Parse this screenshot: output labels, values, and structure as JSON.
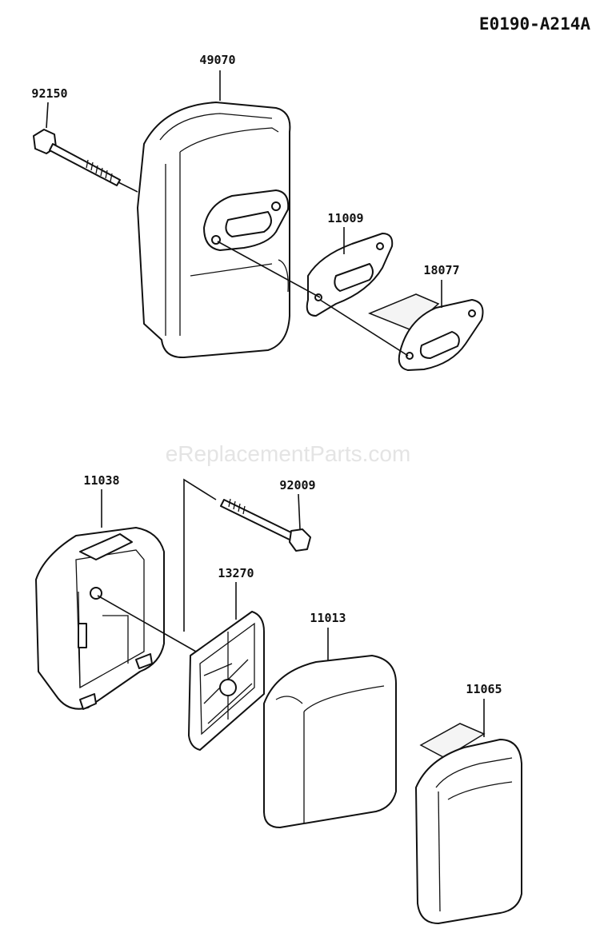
{
  "diagram_code": "E0190-A214A",
  "watermark": "eReplacementParts.com",
  "parts": [
    {
      "part_number": "49070"
    },
    {
      "part_number": "92150"
    },
    {
      "part_number": "11009"
    },
    {
      "part_number": "18077"
    },
    {
      "part_number": "11038"
    },
    {
      "part_number": "92009"
    },
    {
      "part_number": "13270"
    },
    {
      "part_number": "11013"
    },
    {
      "part_number": "11065"
    }
  ]
}
